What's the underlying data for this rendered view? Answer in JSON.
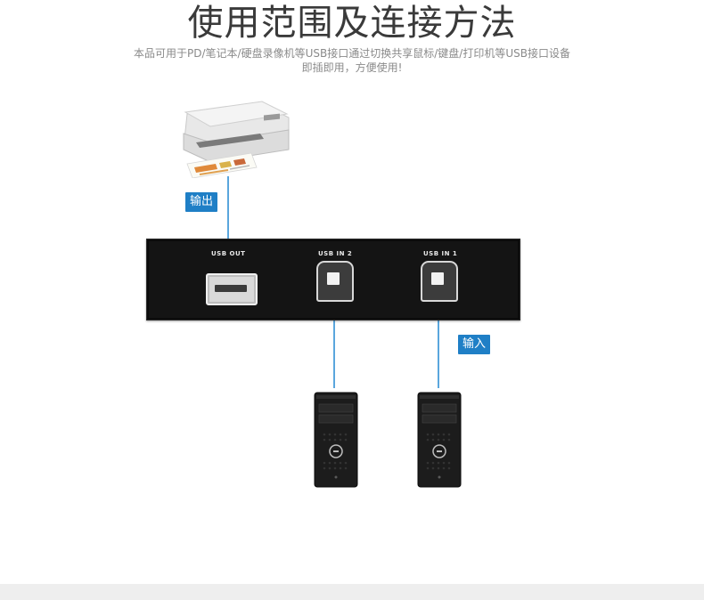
{
  "header": {
    "title": "使用范围及连接方法",
    "subtitle_line1": "本品可用于PD/笔记本/硬盘录像机等USB接口通过切换共享鼠标/键盘/打印机等USB接口设备",
    "subtitle_line2": "即插即用，方便使用!"
  },
  "labels": {
    "output": "输出",
    "input": "输入"
  },
  "switch": {
    "ports": [
      {
        "label": "USB OUT",
        "type": "usb-a"
      },
      {
        "label": "USB IN 2",
        "type": "usb-b"
      },
      {
        "label": "USB IN 1",
        "type": "usb-b"
      }
    ]
  },
  "colors": {
    "accent": "#1f7fc6",
    "cable": "#5aa6dd",
    "box": "#141414",
    "title": "#3a3a3a",
    "subtitle": "#8a8a8a"
  }
}
